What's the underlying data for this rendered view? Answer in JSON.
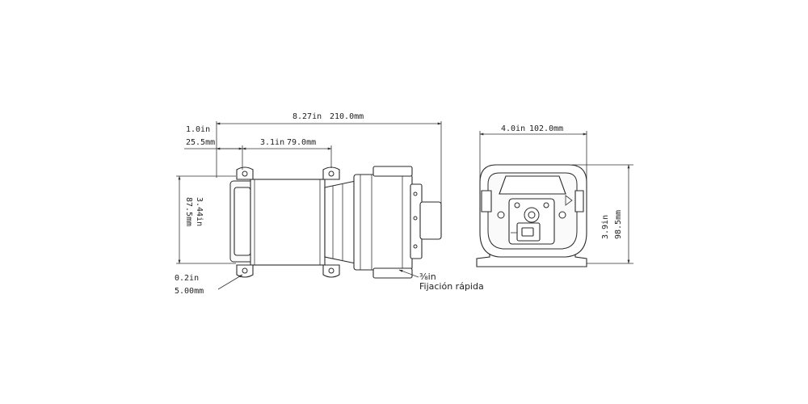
{
  "dimensions": {
    "overall_length": {
      "in": "8.27in",
      "mm": "210.0mm"
    },
    "head_offset": {
      "in": "1.0in",
      "mm": "25.5mm"
    },
    "mount_spacing": {
      "in": "3.1in",
      "mm": "79.0mm"
    },
    "mount_height": {
      "in": "3.44in",
      "mm": "87.5mm"
    },
    "hole_diameter": {
      "in": "0.2in",
      "mm": "5.00mm"
    },
    "end_width": {
      "in": "4.0in",
      "mm": "102.0mm"
    },
    "end_height": {
      "in": "3.9in",
      "mm": "98.5mm"
    }
  },
  "callout": {
    "size": "⅜in",
    "label": "Fijación rápida"
  }
}
